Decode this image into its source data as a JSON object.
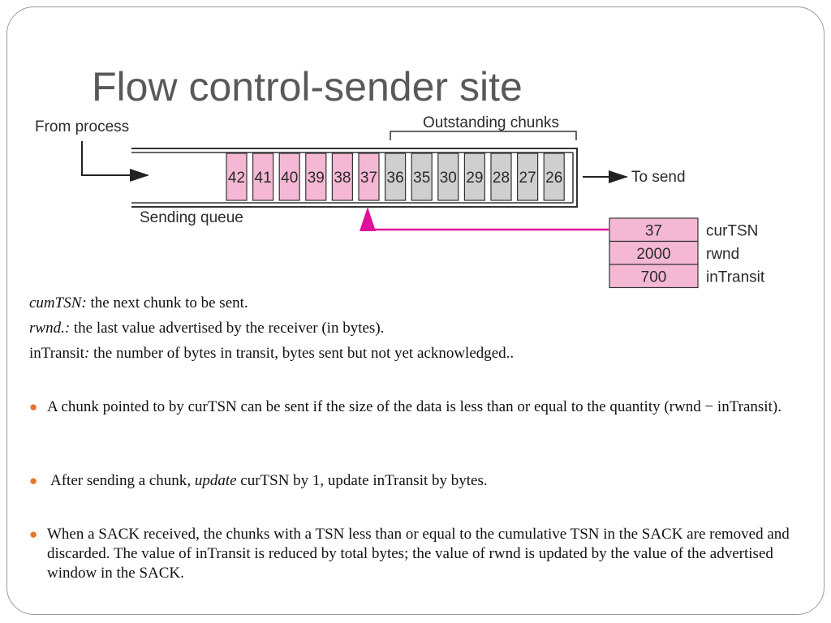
{
  "slide": {
    "title": "Flow control-sender site"
  },
  "diagram": {
    "from_process_label": "From process",
    "outstanding_label": "Outstanding chunks",
    "sending_queue_label": "Sending queue",
    "to_send_label": "To send",
    "pending_chunks": [
      "42",
      "41",
      "40",
      "39",
      "38",
      "37"
    ],
    "outstanding_chunks": [
      "36",
      "35",
      "30",
      "29",
      "28",
      "27",
      "26"
    ],
    "variables": [
      {
        "value": "37",
        "label": "curTSN"
      },
      {
        "value": "2000",
        "label": "rwnd"
      },
      {
        "value": "700",
        "label": "inTransit"
      }
    ],
    "colors": {
      "pending_fill": "#f4b8d4",
      "outstanding_fill": "#cfcfcf",
      "pointer": "#e0109a",
      "bullet": "#e8732a"
    }
  },
  "definitions": [
    {
      "term": "cumTSN:",
      "text": " the next chunk to be sent."
    },
    {
      "term": "rwnd.:",
      "text": " the last value advertised by the receiver (in bytes)."
    },
    {
      "term": "inTransit",
      "term_suffix": ":",
      "text": " the number of bytes in transit, bytes sent but not yet acknowledged.."
    }
  ],
  "bullets": [
    {
      "text": "A chunk pointed to by curTSN can be sent if the size of the data is less than or equal to the quantity (rwnd − inTransit)."
    },
    {
      "pre": "After sending a chunk",
      "emph": ", update",
      "post": " curTSN by 1, update inTransit by bytes."
    },
    {
      "text": "When a SACK received, the chunks with a TSN less than or equal to the cumulative TSN in the SACK are removed and discarded. The value of inTransit is reduced by total bytes; the value of rwnd is updated by the value of the advertised window in the SACK."
    }
  ]
}
